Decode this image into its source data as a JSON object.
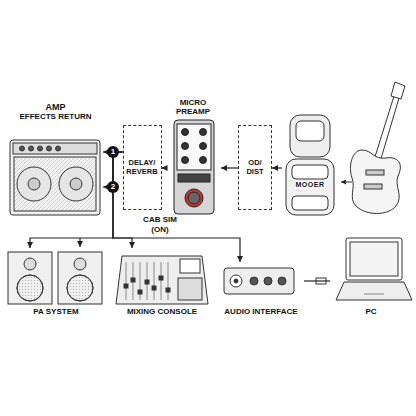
{
  "diagram": {
    "nodes": [
      {
        "text": [
          "AMP",
          "EFFECTS RETURN"
        ]
      },
      {
        "text": [
          "DELAY/ REVERB"
        ]
      },
      {
        "text": [
          "MICRO PREAMP"
        ]
      },
      {
        "text": [
          "OD/ DIST"
        ]
      },
      {
        "text": [
          "MOOER"
        ]
      },
      {
        "text": [
          "PA SYSTEM"
        ]
      },
      {
        "text": [
          "MIXING CONSOLE"
        ]
      },
      {
        "text": [
          "AUDIO INTERFACE"
        ]
      },
      {
        "text": [
          "PC"
        ]
      }
    ],
    "edges": [
      {
        "from": 4,
        "to": 3,
        "arrow": "to"
      },
      {
        "from": 3,
        "to": 2,
        "arrow": "to"
      },
      {
        "from": 2,
        "to": 1,
        "arrow": "to"
      },
      {
        "from": 1,
        "to": 0,
        "arrow": "to"
      },
      {
        "from": 1,
        "to": 0,
        "arrow": "to"
      },
      {
        "from": 1,
        "to": 5,
        "arrow": "to"
      },
      {
        "from": 1,
        "to": 6,
        "arrow": "to"
      },
      {
        "from": 1,
        "to": 7,
        "arrow": "to"
      },
      {
        "from": 7,
        "to": 8,
        "arrow": "none"
      }
    ],
    "labels": [
      "1",
      "2",
      "CAB SIM",
      "(ON)"
    ]
  }
}
